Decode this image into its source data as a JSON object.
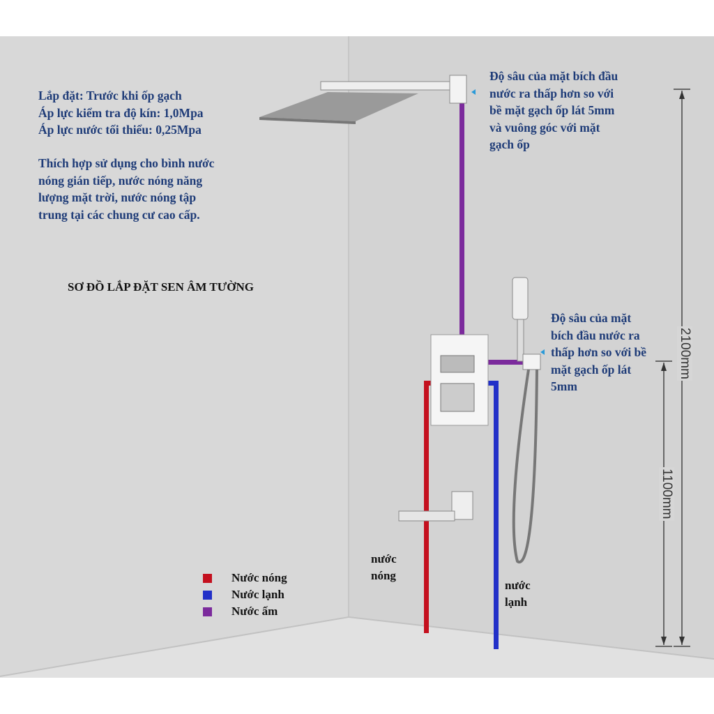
{
  "info": {
    "lines1": [
      "Lắp đặt: Trước khi ốp gạch",
      "Áp lực kiểm tra độ kín: 1,0Mpa",
      "Áp lực nước tối thiểu: 0,25Mpa"
    ],
    "lines2": [
      "Thích hợp sử dụng cho bình nước",
      "nóng gián tiếp, nước nóng năng",
      "lượng mặt trời, nước nóng tập",
      "trung tại các chung cư cao cấp."
    ]
  },
  "title": "SƠ ĐỒ LẮP ĐẶT SEN ÂM TƯỜNG",
  "note_top": [
    "Độ sâu của mặt bích đầu",
    "nước ra thấp hơn so với",
    "bề mặt gạch ốp lát 5mm",
    "và vuông góc với mặt",
    "gạch ốp"
  ],
  "note_mid": [
    "Độ sâu của mặt",
    "bích đầu nước ra",
    "thấp hơn so với bề",
    "mặt gạch ốp lát",
    "5mm"
  ],
  "dimensions": {
    "total": "2100mm",
    "mixer": "1100mm"
  },
  "pipe_labels": {
    "hot": [
      "nước",
      "nóng"
    ],
    "cold": [
      "nước",
      "lạnh"
    ]
  },
  "legend": [
    {
      "label": "Nước nóng",
      "color": "#c4101e"
    },
    {
      "label": "Nước lạnh",
      "color": "#2230c8"
    },
    {
      "label": "Nước ấm",
      "color": "#7b2a9c"
    }
  ]
}
